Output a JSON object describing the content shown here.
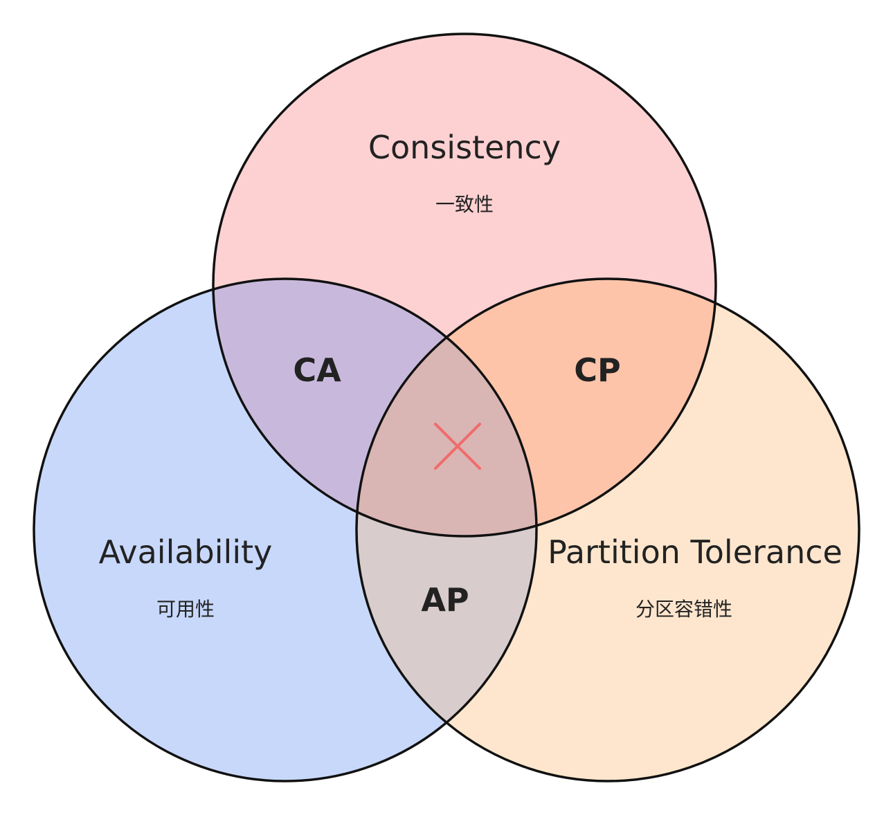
{
  "sets": {
    "consistency": {
      "name": "Consistency",
      "subtitle": "一致性",
      "fill": "#fdd1d2"
    },
    "availability": {
      "name": "Availability",
      "subtitle": "可用性",
      "fill": "#c8d8fb"
    },
    "partition": {
      "name": "Partition Tolerance",
      "subtitle": "分区容错性",
      "fill": "#fde6cd"
    }
  },
  "intersections": {
    "ca": {
      "label": "CA",
      "fill": "#c8b9dc"
    },
    "cp": {
      "label": "CP",
      "fill": "#fdc4a9"
    },
    "ap": {
      "label": "AP",
      "fill": "#d8cccc"
    },
    "cap": {
      "icon": "cross-icon",
      "fill": "#d9b5b3",
      "mark_color": "#f06b6b"
    }
  },
  "stroke_color": "#111111"
}
